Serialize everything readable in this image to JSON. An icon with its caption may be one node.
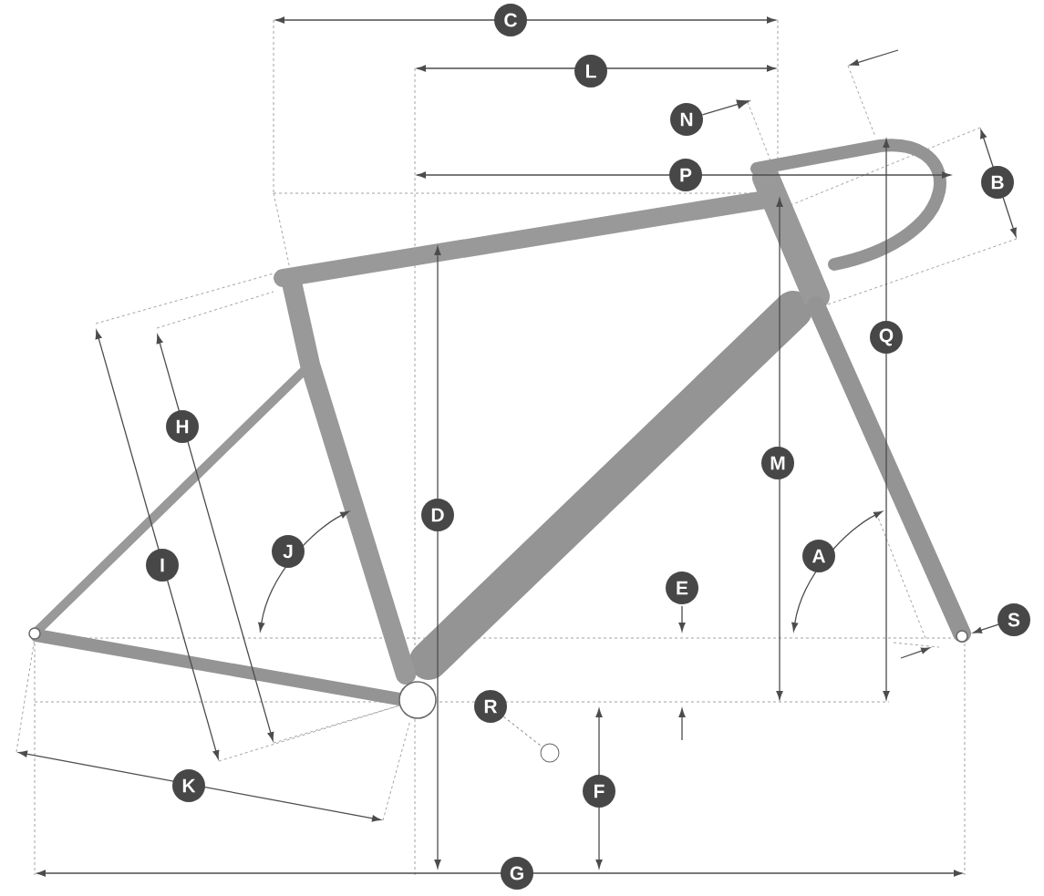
{
  "diagram": {
    "nodes": [
      {
        "text": [
          "C"
        ]
      },
      {
        "text": [
          "L"
        ]
      },
      {
        "text": [
          "N"
        ]
      },
      {
        "text": [
          "P"
        ]
      },
      {
        "text": [
          "B"
        ]
      },
      {
        "text": [
          "Q"
        ]
      },
      {
        "text": [
          "H"
        ]
      },
      {
        "text": [
          "M"
        ]
      },
      {
        "text": [
          "D"
        ]
      },
      {
        "text": [
          "J"
        ]
      },
      {
        "text": [
          "A"
        ]
      },
      {
        "text": [
          "I"
        ]
      },
      {
        "text": [
          "E"
        ]
      },
      {
        "text": [
          "S"
        ]
      },
      {
        "text": [
          "R"
        ]
      },
      {
        "text": [],
        "shape": "circle"
      },
      {
        "text": [
          "K"
        ]
      },
      {
        "text": [
          "F"
        ]
      },
      {
        "text": [
          "G"
        ]
      }
    ],
    "edges": [
      {
        "from": 14,
        "to": 15,
        "arrow": "none",
        "style": "dashed"
      },
      {
        "from": 2,
        "to": null,
        "arrow": "to"
      }
    ]
  }
}
